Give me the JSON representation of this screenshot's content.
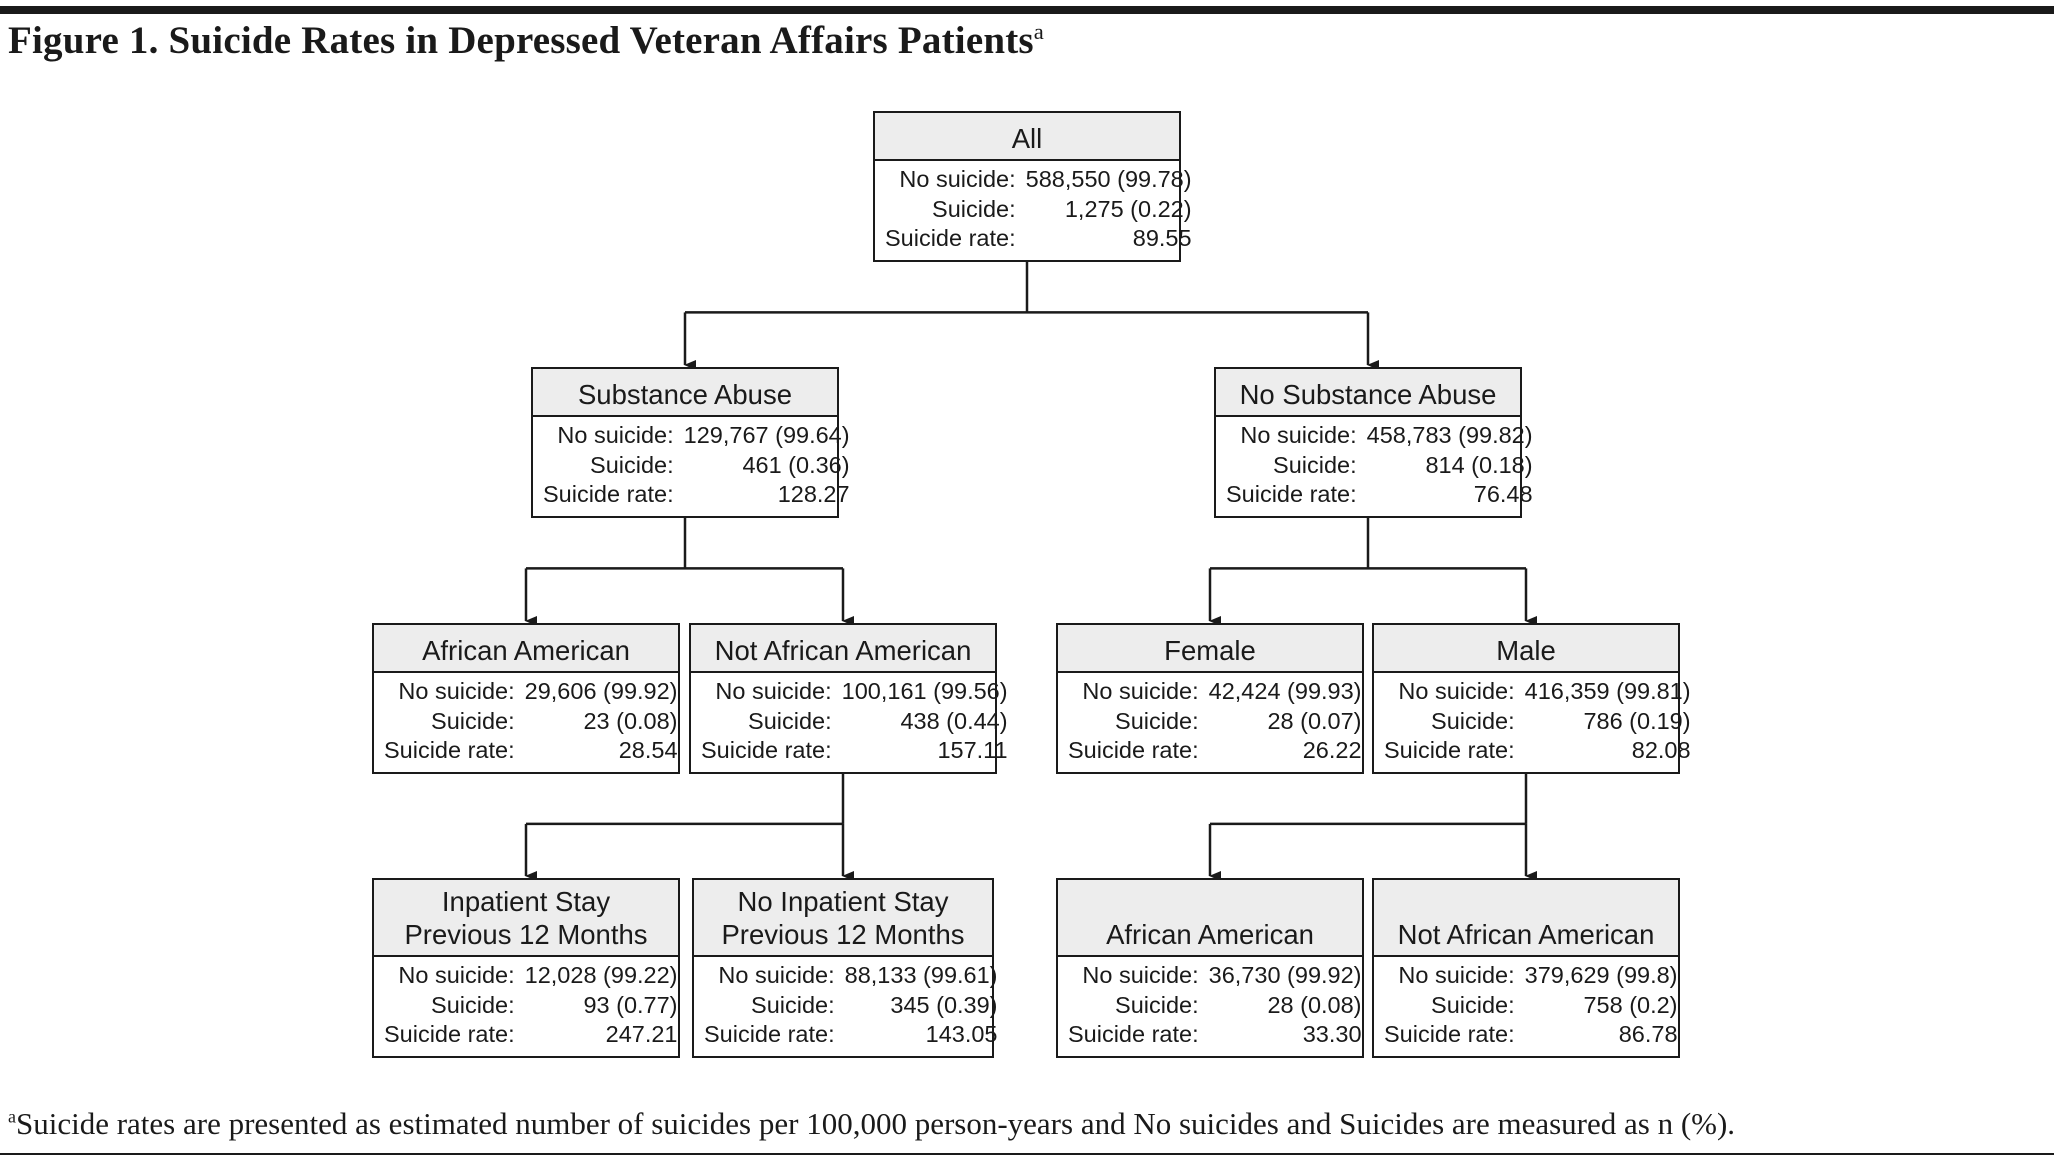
{
  "figure": {
    "title": "Figure 1. Suicide Rates in Depressed Veteran Affairs Patients",
    "title_sup": "a",
    "footnote_sup": "a",
    "footnote": "Suicide rates are presented as estimated number of suicides per 100,000 person-years and No suicides and Suicides are measured as n (%)."
  },
  "labels": {
    "no_suicide": "No suicide:",
    "suicide": "Suicide:",
    "suicide_rate": "Suicide rate:"
  },
  "nodes": [
    {
      "id": "all",
      "title_lines": [
        "All"
      ],
      "no_suicide": "588,550 (99.78)",
      "suicide": "1,275 (0.22)",
      "rate": "89.55"
    },
    {
      "id": "substance-abuse",
      "title_lines": [
        "Substance Abuse"
      ],
      "no_suicide": "129,767 (99.64)",
      "suicide": "461 (0.36)",
      "rate": "128.27"
    },
    {
      "id": "no-substance-abuse",
      "title_lines": [
        "No Substance Abuse"
      ],
      "no_suicide": "458,783 (99.82)",
      "suicide": "814 (0.18)",
      "rate": "76.48"
    },
    {
      "id": "sa-african-american",
      "title_lines": [
        "African American"
      ],
      "no_suicide": "29,606 (99.92)",
      "suicide": "23 (0.08)",
      "rate": "28.54"
    },
    {
      "id": "sa-not-african-american",
      "title_lines": [
        "Not African American"
      ],
      "no_suicide": "100,161 (99.56)",
      "suicide": "438 (0.44)",
      "rate": "157.11"
    },
    {
      "id": "female",
      "title_lines": [
        "Female"
      ],
      "no_suicide": "42,424 (99.93)",
      "suicide": "28 (0.07)",
      "rate": "26.22"
    },
    {
      "id": "male",
      "title_lines": [
        "Male"
      ],
      "no_suicide": "416,359 (99.81)",
      "suicide": "786 (0.19)",
      "rate": "82.08"
    },
    {
      "id": "inpatient-stay",
      "title_lines": [
        "Inpatient Stay",
        "Previous 12 Months"
      ],
      "no_suicide": "12,028 (99.22)",
      "suicide": "93 (0.77)",
      "rate": "247.21"
    },
    {
      "id": "no-inpatient-stay",
      "title_lines": [
        "No Inpatient Stay",
        "Previous 12 Months"
      ],
      "no_suicide": "88,133 (99.61)",
      "suicide": "345 (0.39)",
      "rate": "143.05"
    },
    {
      "id": "male-african-american",
      "title_lines": [
        "African American"
      ],
      "no_suicide": "36,730 (99.92)",
      "suicide": "28 (0.08)",
      "rate": "33.30"
    },
    {
      "id": "male-not-african-american",
      "title_lines": [
        "Not African American"
      ],
      "no_suicide": "379,629 (99.8)",
      "suicide": "758 (0.2)",
      "rate": "86.78"
    }
  ],
  "edges": [
    {
      "from": "all",
      "to": [
        "substance-abuse",
        "no-substance-abuse"
      ]
    },
    {
      "from": "substance-abuse",
      "to": [
        "sa-african-american",
        "sa-not-african-american"
      ]
    },
    {
      "from": "no-substance-abuse",
      "to": [
        "female",
        "male"
      ]
    },
    {
      "from": "sa-not-african-american",
      "to": [
        "inpatient-stay",
        "no-inpatient-stay"
      ]
    },
    {
      "from": "male",
      "to": [
        "male-african-american",
        "male-not-african-american"
      ]
    }
  ]
}
